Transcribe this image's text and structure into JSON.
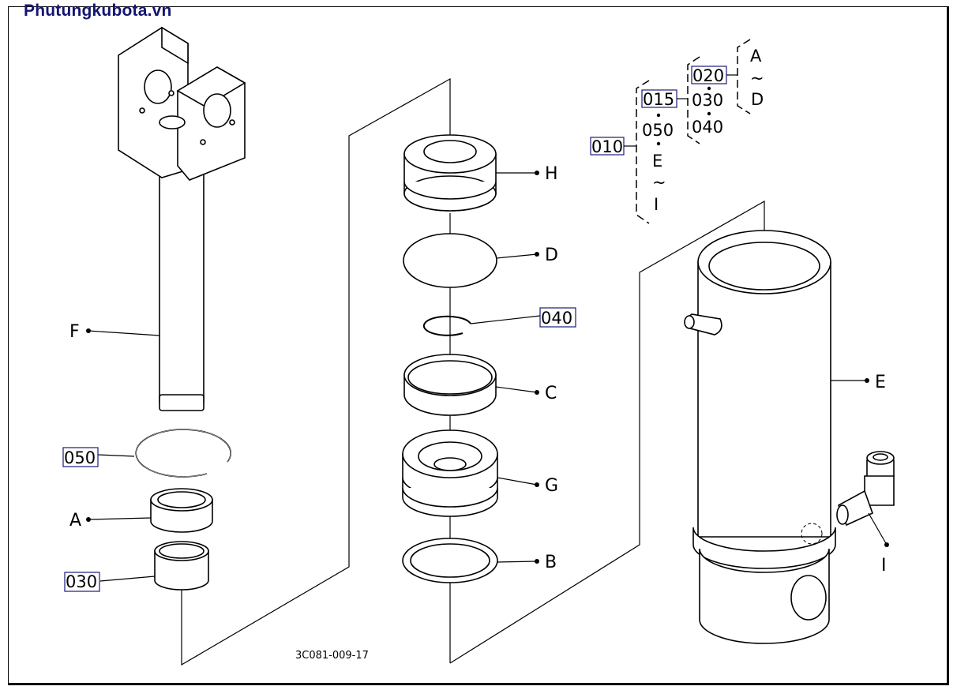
{
  "site_title": "Phutungkubota.vn",
  "drawing_code": "3C081-009-17",
  "callouts": {
    "ref_010": "010",
    "ref_015": "015",
    "ref_020": "020",
    "ref_030_top": "030",
    "ref_040_top": "040",
    "ref_050_top": "050",
    "ref_030": "030",
    "ref_040": "040",
    "ref_050": "050",
    "A": "A",
    "B": "B",
    "C": "C",
    "D": "D",
    "E": "E",
    "F": "F",
    "G": "G",
    "H": "H",
    "I": "I"
  },
  "tree": {
    "range_A_D_from": "A",
    "range_A_D_to": "D",
    "range_E_I_from": "E",
    "range_E_I_to": "I",
    "tilde": "~"
  }
}
